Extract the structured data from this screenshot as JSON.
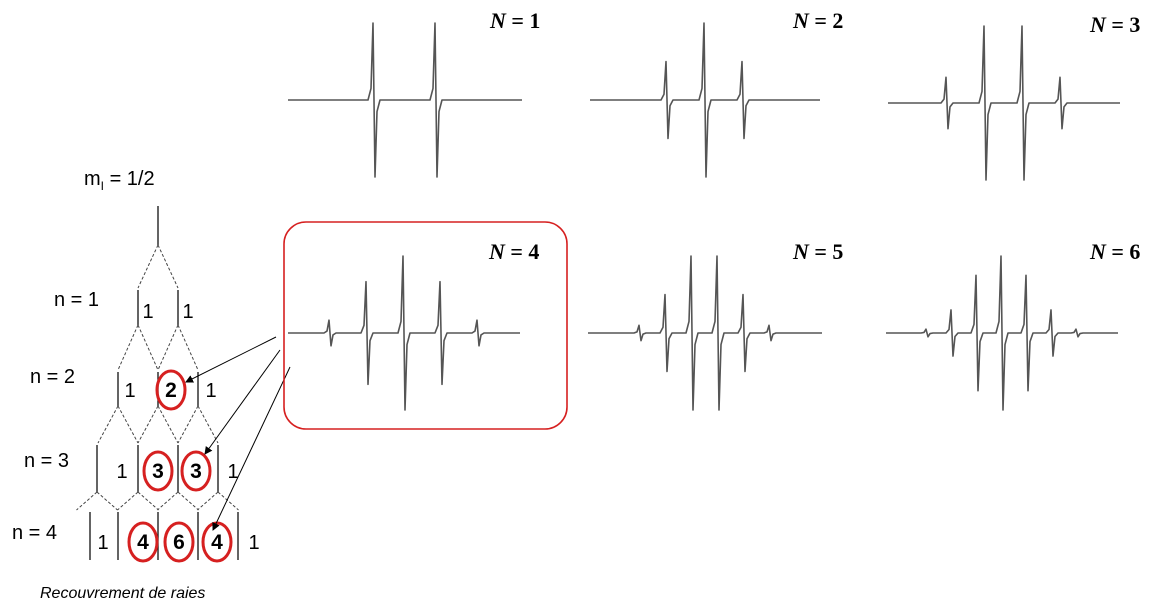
{
  "caption": "Recouvrement de raies",
  "ml_label": {
    "main": "m",
    "sub": "I",
    "rest": " = 1/2"
  },
  "highlight_color": "#d62020",
  "rows": [
    {
      "label": "n = 1",
      "values": [
        "1",
        "1"
      ],
      "highlighted": [
        false,
        false
      ]
    },
    {
      "label": "n = 2",
      "values": [
        "1",
        "2",
        "1"
      ],
      "highlighted": [
        false,
        true,
        false
      ]
    },
    {
      "label": "n = 3",
      "values": [
        "1",
        "3",
        "3",
        "1"
      ],
      "highlighted": [
        false,
        true,
        true,
        false
      ]
    },
    {
      "label": "n = 4",
      "values": [
        "1",
        "4",
        "6",
        "4",
        "1"
      ],
      "highlighted": [
        false,
        true,
        true,
        true,
        false
      ]
    }
  ],
  "spectra": [
    {
      "label": "N = 1",
      "intensities": [
        1,
        1
      ],
      "boxed": false
    },
    {
      "label": "N = 2",
      "intensities": [
        1,
        2,
        1
      ],
      "boxed": false
    },
    {
      "label": "N = 3",
      "intensities": [
        1,
        3,
        3,
        1
      ],
      "boxed": false
    },
    {
      "label": "N = 4",
      "intensities": [
        1,
        4,
        6,
        4,
        1
      ],
      "boxed": true
    },
    {
      "label": "N = 5",
      "intensities": [
        1,
        5,
        10,
        10,
        5,
        1
      ],
      "boxed": false
    },
    {
      "label": "N = 6",
      "intensities": [
        1,
        6,
        15,
        20,
        15,
        6,
        1
      ],
      "boxed": false
    }
  ]
}
